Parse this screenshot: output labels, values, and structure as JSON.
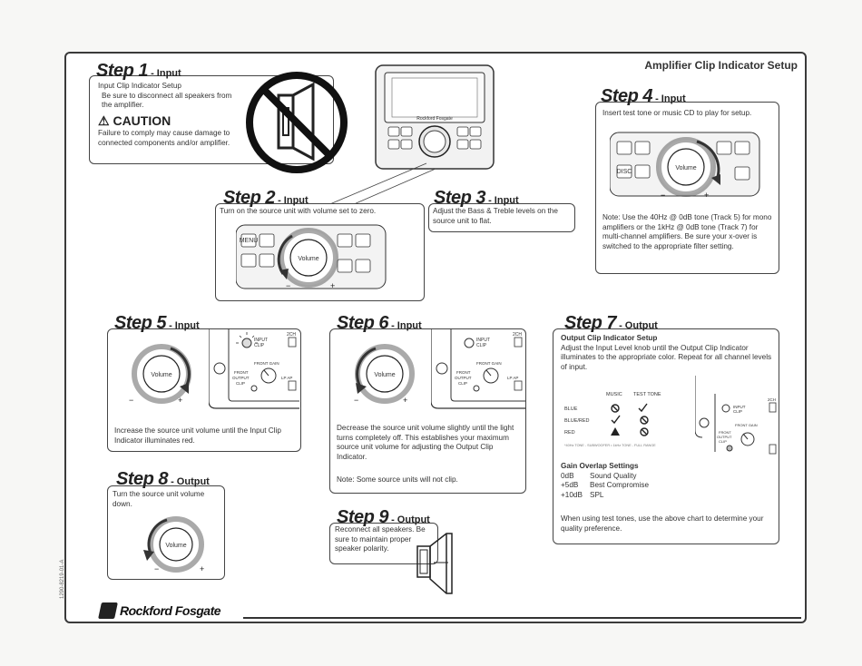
{
  "header": {
    "title": "Amplifier Clip Indicator Setup"
  },
  "steps": {
    "s1": {
      "num": "Step 1",
      "type": " - Input",
      "title": "Input Clip Indicator Setup",
      "text": "Be sure to disconnect all speakers from the amplifier.",
      "caution": "CAUTION",
      "caution_text": "Failure to comply may cause damage to connected components and/or amplifier."
    },
    "s2": {
      "num": "Step 2",
      "type": " - Input",
      "text": "Turn on the source unit with volume set to zero."
    },
    "s3": {
      "num": "Step 3",
      "type": " - Input",
      "text": "Adjust the Bass & Treble levels on the source unit to flat."
    },
    "s4": {
      "num": "Step 4",
      "type": " - Input",
      "text": "Insert test tone or music CD to play for setup.",
      "note": "Note: Use the 40Hz @ 0dB tone (Track 5) for mono amplifiers or the 1kHz @ 0dB tone (Track 7) for multi-channel amplifiers. Be sure your x-over is switched to the appropriate filter setting."
    },
    "s5": {
      "num": "Step 5",
      "type": " - Input",
      "text": "Increase the source unit volume until the Input Clip Indicator illuminates red."
    },
    "s6": {
      "num": "Step 6",
      "type": " - Input",
      "text": "Decrease the source unit volume slightly until the light turns completely off. This establishes your maximum source unit volume for adjusting the Output Clip Indicator.",
      "note": "Note: Some source units will not clip."
    },
    "s7": {
      "num": "Step 7",
      "type": " - Output",
      "title": "Output Clip Indicator Setup",
      "text": "Adjust the Input Level knob until the Output Clip Indicator illuminates to the appropriate color. Repeat for all channel levels of input.",
      "gain_title": "Gain Overlap Settings",
      "gain_rows": [
        {
          "db": "0dB",
          "label": "Sound Quality"
        },
        {
          "db": "+5dB",
          "label": "Best Compromise"
        },
        {
          "db": "+10dB",
          "label": "SPL"
        }
      ],
      "footer": "When using test tones, use the above chart to determine your quality preference.",
      "table": {
        "col_music": "MUSIC",
        "col_tone": "TEST TONE",
        "rows": [
          "BLUE",
          "BLUE/RED",
          "RED"
        ],
        "footnote": "*40Hz TONE - SUBWOOFER • 1kHz TONE - FULL RANGE"
      }
    },
    "s8": {
      "num": "Step 8",
      "type": " - Output",
      "text": "Turn the source unit volume down."
    },
    "s9": {
      "num": "Step 9",
      "type": " - Output",
      "text": "Reconnect all speakers. Be sure to maintain proper speaker polarity."
    }
  },
  "device": {
    "volume": "Volume",
    "input_clip": "INPUT CLIP",
    "front_gain": "FRONT GAIN",
    "front_output_clip": "FRONT OUTPUT CLIP",
    "ch": "2CH",
    "lp_ap": "LP AP",
    "menu": "MENU",
    "disc": "DISC",
    "minus": "−",
    "plus": "+"
  },
  "brand": {
    "logo": "Rockford Fosgate",
    "part": "1290-8219-01-A"
  }
}
